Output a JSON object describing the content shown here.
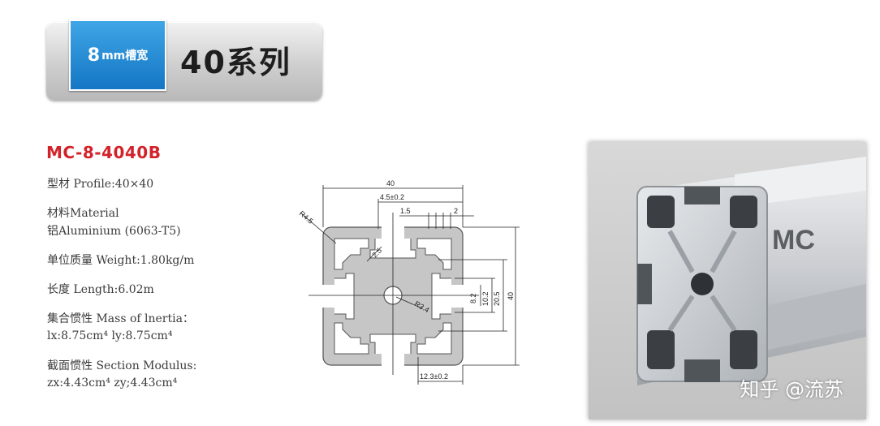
{
  "header": {
    "slot_number": "8",
    "slot_unit": "mm槽宽",
    "series": "40系列"
  },
  "product": {
    "model": "MC-8-4040B",
    "specs": [
      "型材 Profile:40×40",
      "材料Material",
      "铝Aluminium (6063-T5)",
      "单位质量 Weight:1.80kg/m",
      "长度 Length:6.02m",
      "集合惯性 Mass of lnertia：",
      "lx:8.75cm⁴  ly:8.75cm⁴",
      "截面惯性 Section Modulus:",
      "zx:4.43cm⁴ zy;4.43cm⁴"
    ]
  },
  "drawing": {
    "dim_width": "40",
    "dim_slot_offset": "4.5±0.2",
    "dim_lip": "1.5",
    "dim_slot": "2",
    "dim_radius_outer": "R4.5",
    "dim_wall": "2.5",
    "dim_radius_center": "R3.4",
    "dim_8_2": "8.2",
    "dim_10_2": "10.2",
    "dim_20_5": "20.5",
    "dim_height": "40",
    "dim_bottom": "12.3±0.2"
  },
  "photo": {
    "label": "MC",
    "watermark": "知乎 @流苏"
  },
  "colors": {
    "brand_red": "#d2232a",
    "badge_blue": "#1476c4",
    "profile_gray": "#c4c4c4"
  }
}
